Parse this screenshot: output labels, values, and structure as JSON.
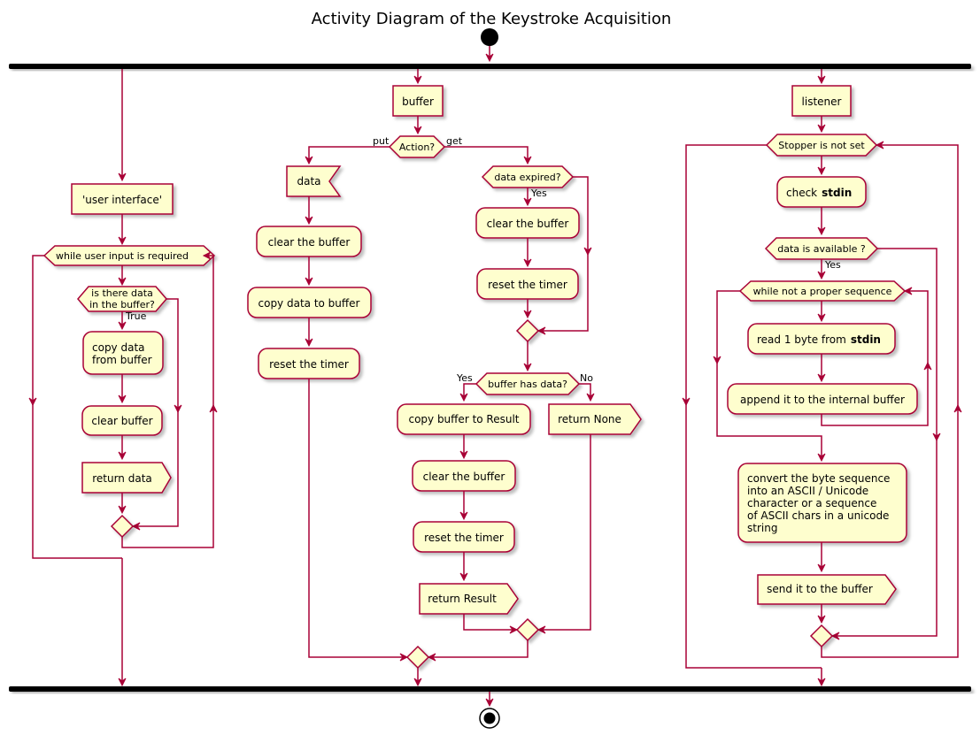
{
  "title": "Activity Diagram of the Keystroke Acquisition",
  "ui": {
    "user_interface": "'user interface'",
    "while_user_input": "while user input is required",
    "is_there_data_l1": "is there data",
    "is_there_data_l2": "in the buffer?",
    "true_label": "True",
    "copy_data_l1": "copy data",
    "copy_data_l2": "from buffer",
    "clear_buffer": "clear buffer",
    "return_data": "return data"
  },
  "buffer": {
    "buffer": "buffer",
    "action": "Action?",
    "put": "put",
    "get": "get",
    "data": "data",
    "clear_the_buffer": "clear the buffer",
    "copy_data_to_buffer": "copy data to buffer",
    "reset_the_timer": "reset the timer",
    "data_expired": "data expired?",
    "yes": "Yes",
    "buffer_has_data": "buffer has data?",
    "no": "No",
    "copy_buffer_to_result": "copy buffer to Result",
    "return_none": "return None",
    "return_result": "return Result"
  },
  "listener": {
    "listener": "listener",
    "stopper_not_set": "Stopper is not set",
    "check": "check",
    "stdin": "stdin",
    "data_available": "data is available ?",
    "yes": "Yes",
    "while_proper": "while not a proper sequence",
    "read_byte": "read 1 byte from",
    "append": "append it to the internal buffer",
    "convert_lines": [
      "convert the byte sequence",
      "into an ASCII / Unicode",
      "character or a sequence",
      "of ASCII chars in a unicode",
      "string"
    ],
    "send": "send it to the buffer"
  },
  "colors": {
    "node_fill": "#FEFECE",
    "line": "#A80036",
    "bar": "#000000"
  }
}
